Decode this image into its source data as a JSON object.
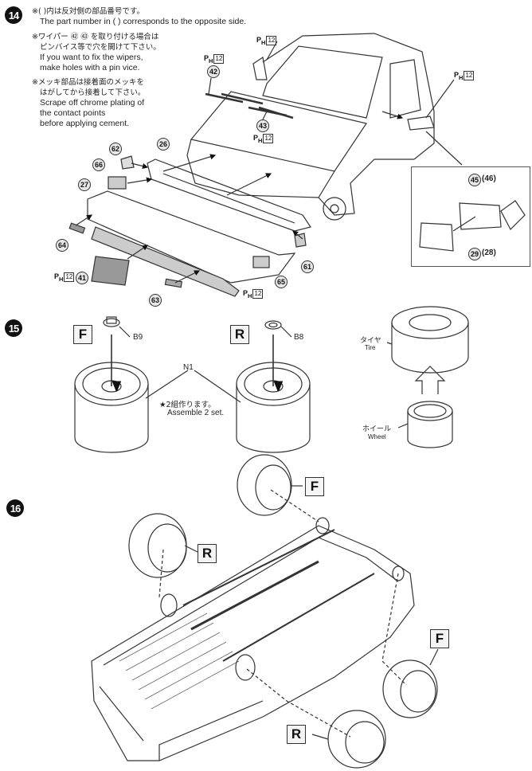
{
  "steps": {
    "s14": "14",
    "s15": "15",
    "s16": "16"
  },
  "step14": {
    "notes": [
      {
        "jp": "※(   )内は反対側の部品番号です。",
        "en": [
          "The part number in (   ) corresponds to the opposite side."
        ]
      },
      {
        "jp": "※ワイパー ㊷ ㊸ を取り付ける場合は",
        "jp2": "ピンバイス等で穴を開けて下さい。",
        "en": [
          "If you want to fix the wipers,",
          "make holes with a pin vice."
        ]
      },
      {
        "jp": "※メッキ部品は接着面のメッキを",
        "jp2": "はがしてから接着して下さい。",
        "en": [
          "Scrape off chrome plating of",
          "the contact points",
          "before applying cement."
        ]
      }
    ],
    "parts": {
      "p42": "42",
      "p43": "43",
      "p62": "62",
      "p26": "26",
      "p66": "66",
      "p27": "27",
      "p64": "64",
      "p41": "41",
      "p63": "63",
      "p65": "65",
      "p61": "61",
      "p45": "45",
      "p46": "(46)",
      "p29": "29",
      "p28": "(28)"
    },
    "paint_code": {
      "prefix": "P",
      "sub": "H",
      "code": "12"
    }
  },
  "step15": {
    "front_label": "F",
    "rear_label": "R",
    "part_b9": "B9",
    "part_b8": "B8",
    "part_n1": "N1",
    "assemble_jp": "★2組作ります。",
    "assemble_en": "Assemble 2 set.",
    "tire_jp": "タイヤ",
    "tire_en": "Tire",
    "wheel_jp": "ホイール",
    "wheel_en": "Wheel"
  },
  "step16": {
    "labels": [
      "F",
      "R",
      "F",
      "R"
    ]
  }
}
